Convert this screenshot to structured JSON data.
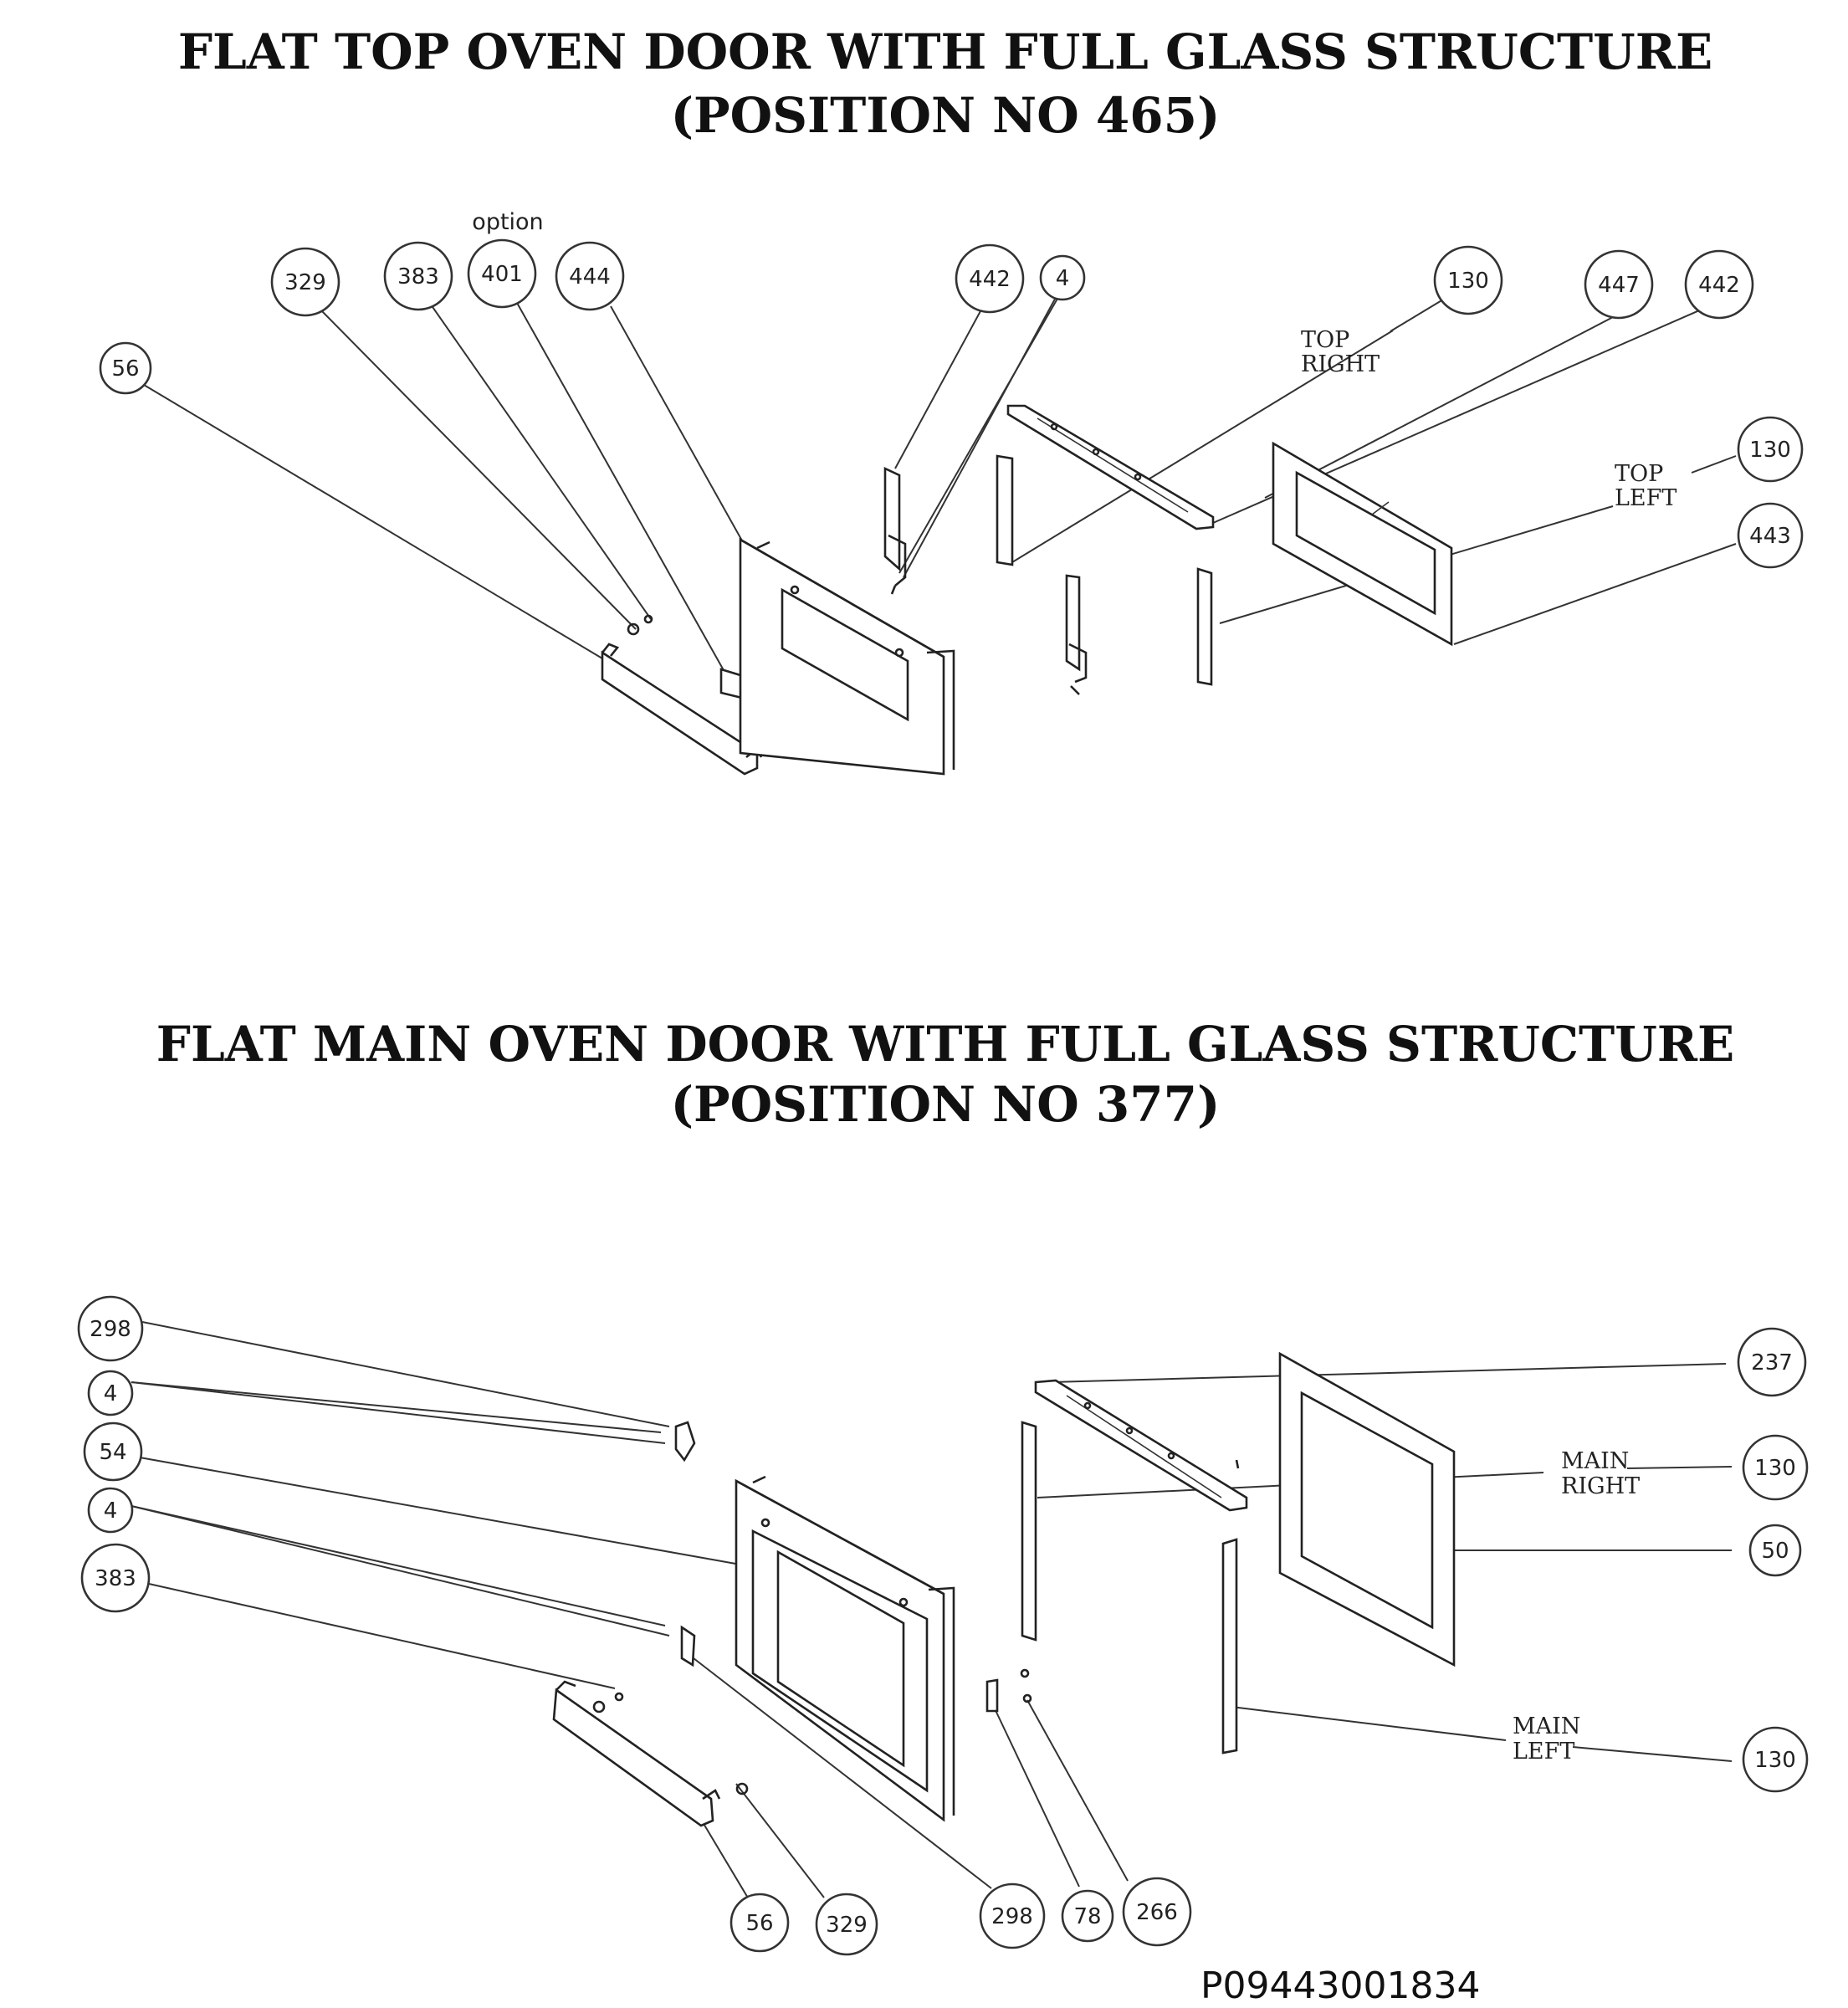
{
  "titles": {
    "top_line1": "FLAT TOP OVEN DOOR WITH  FULL GLASS STRUCTURE",
    "top_line2": "(POSITION  NO 465)",
    "main_line1": "FLAT MAIN  OVEN DOOR WITH  FULL GLASS STRUCTURE",
    "main_line2": "(POSITION  NO 377)"
  },
  "top_callouts": [
    "56",
    "329",
    "383",
    "401",
    "444",
    "442",
    "4",
    "130",
    "447",
    "442",
    "130",
    "443"
  ],
  "top_labels": {
    "option": "option",
    "top_right_1": "TOP",
    "top_right_2": "RIGHT",
    "top_left_1": "TOP",
    "top_left_2": "LEFT"
  },
  "main_callouts": [
    "298",
    "4",
    "54",
    "4",
    "383",
    "237",
    "130",
    "50",
    "130",
    "56",
    "329",
    "298",
    "78",
    "266"
  ],
  "main_labels": {
    "main_right_1": "MAIN",
    "main_right_2": "RIGHT",
    "main_left_1": "MAIN",
    "main_left_2": "LEFT"
  },
  "reference_code": "P09443001834"
}
